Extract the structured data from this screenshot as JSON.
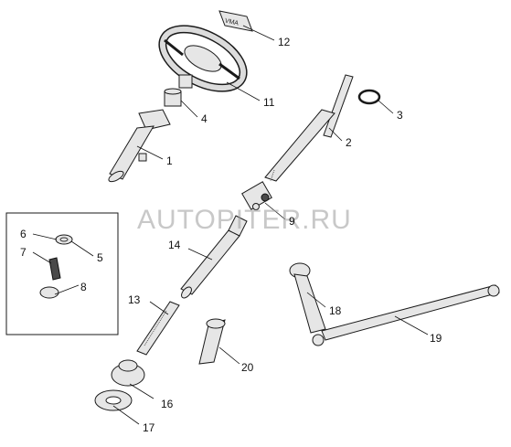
{
  "watermark": "AUTOPITER.RU",
  "badge_text": "VMA",
  "callouts": [
    {
      "id": "1",
      "text": "1"
    },
    {
      "id": "2",
      "text": "2"
    },
    {
      "id": "3",
      "text": "3"
    },
    {
      "id": "4",
      "text": "4"
    },
    {
      "id": "5",
      "text": "5"
    },
    {
      "id": "6",
      "text": "6"
    },
    {
      "id": "7",
      "text": "7"
    },
    {
      "id": "8",
      "text": "8"
    },
    {
      "id": "9",
      "text": "9"
    },
    {
      "id": "11",
      "text": "11"
    },
    {
      "id": "12",
      "text": "12"
    },
    {
      "id": "13",
      "text": "13"
    },
    {
      "id": "14",
      "text": "14"
    },
    {
      "id": "16",
      "text": "16"
    },
    {
      "id": "17",
      "text": "17"
    },
    {
      "id": "18",
      "text": "18"
    },
    {
      "id": "19",
      "text": "19"
    },
    {
      "id": "20",
      "text": "20"
    }
  ]
}
